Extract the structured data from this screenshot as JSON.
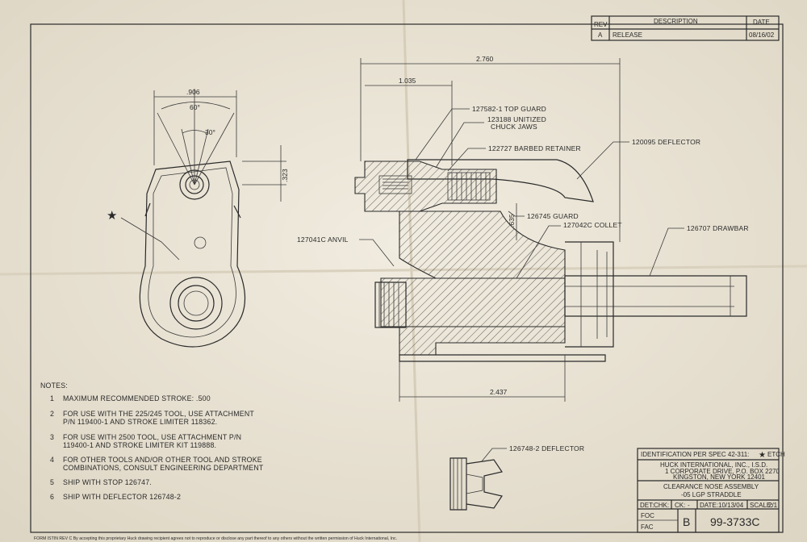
{
  "revision_block": {
    "headers": {
      "rev": "REV",
      "description": "DESCRIPTION",
      "date": "DATE"
    },
    "row": {
      "rev": "A",
      "description": "RELEASE",
      "date": "08/16/02"
    }
  },
  "dimensions": {
    "overall_length": "2.760",
    "guard_length": "1.035",
    "bottom_length": "2.437",
    "width": ".906",
    "angle_outer": "60°",
    "angle_inner": "30°",
    "height_side": ".323",
    "height_guard": ".635"
  },
  "callouts": {
    "top_guard": "127582-1 TOP GUARD",
    "chuck_jaws_1": "123188 UNITIZED",
    "chuck_jaws_2": "CHUCK JAWS",
    "barbed_retainer": "122727 BARBED RETAINER",
    "deflector": "120095 DEFLECTOR",
    "guard": "126745 GUARD",
    "collet": "127042C COLLET",
    "drawbar": "126707 DRAWBAR",
    "anvil": "127041C ANVIL",
    "deflector_2": "126748-2 DEFLECTOR"
  },
  "notes": {
    "heading": "NOTES:",
    "items": [
      {
        "num": "1",
        "lines": [
          "MAXIMUM RECOMMENDED STROKE: .500"
        ]
      },
      {
        "num": "2",
        "lines": [
          "FOR USE WITH THE 225/245 TOOL, USE ATTACHMENT",
          "P/N 119400-1 AND STROKE LIMITER 118362."
        ]
      },
      {
        "num": "3",
        "lines": [
          "FOR USE WITH 2500 TOOL, USE ATTACHMENT P/N",
          "119400-1 AND STROKE LIMITER KIT 119888."
        ]
      },
      {
        "num": "4",
        "lines": [
          "FOR OTHER TOOLS AND/OR OTHER TOOL AND STROKE",
          "COMBINATIONS, CONSULT ENGINEERING DEPARTMENT"
        ]
      },
      {
        "num": "5",
        "lines": [
          "SHIP WITH STOP 126747."
        ]
      },
      {
        "num": "6",
        "lines": [
          "SHIP WITH DEFLECTOR 126748-2"
        ]
      }
    ]
  },
  "title_block": {
    "identification": "IDENTIFICATION PER SPEC 42-311:",
    "etch": "ETCH",
    "company": "HUCK INTERNATIONAL, INC., I.S.D.",
    "address_1": "1 CORPORATE DRIVE, P.O. BOX 2270",
    "address_2": "KINGSTON, NEW YORK 12401",
    "title_1": "CLEARANCE NOSE ASSEMBLY",
    "title_2": "-05 LGP STRADDLE",
    "det": "DET:",
    "chk": "CHK:",
    "ck": "CK:",
    "dash": "-",
    "date_label": "DATE:",
    "date": "10/13/04",
    "scale_label": "SCALE:",
    "scale": "2/1",
    "foc": "FOC",
    "fac": "FAC",
    "size": "B",
    "drawing_number": "99-3733C"
  },
  "footer": "FORM ISTIN REV C  By accepting this proprietary Huck drawing recipient agrees not to reproduce or disclose any part thereof to any others without the written permission of Huck International, Inc.",
  "colors": {
    "paper": "#ece6d8",
    "ink": "#2a2a2a"
  }
}
